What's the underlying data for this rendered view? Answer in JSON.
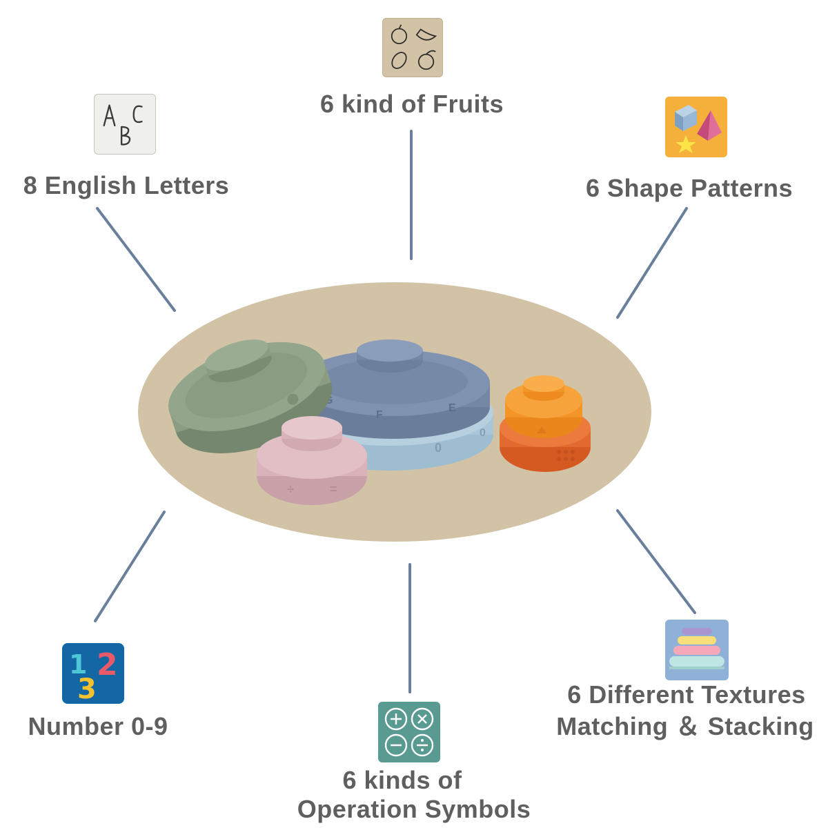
{
  "features": {
    "fruits": {
      "label": "6 kind of Fruits",
      "icon": "fruits-icon"
    },
    "letters": {
      "label": "8 English Letters",
      "icon": "abc-letters-icon"
    },
    "shapes": {
      "label": "6 Shape Patterns",
      "icon": "shapes-icon"
    },
    "numbers": {
      "label": "Number 0-9",
      "icon": "numbers-icon"
    },
    "operations": {
      "line1": "6 kinds of",
      "line2": "Operation Symbols",
      "icon": "operation-symbols-icon"
    },
    "textures": {
      "line1": "6 Different Textures",
      "line2": "Matching ＆ Stacking",
      "icon": "stacking-rings-icon"
    }
  },
  "colors": {
    "label_text": "#5f5f5f",
    "connector_line": "#6a7f9c",
    "ellipse_fill": "#d2c3a7",
    "green_ring": "#8a9c82",
    "blue_ring": "#7488a6",
    "light_blue_ring": "#a9c6d8",
    "pink_ring": "#d9b3b9",
    "orange_ring": "#f39427",
    "red_orange_ring": "#e36a2e"
  }
}
